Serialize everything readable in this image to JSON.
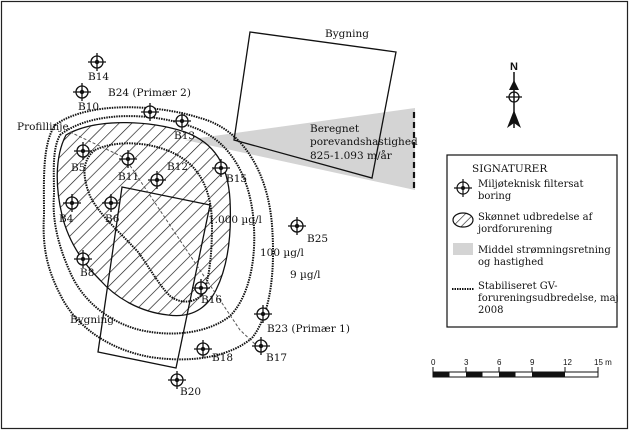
{
  "map": {
    "building_top_label": "Bygning",
    "building_bottom_label": "Bygning",
    "profile_label": "Profillinje",
    "flow_label_lines": [
      "Beregnet",
      "porevandshastighed",
      "825-1.093 m/år"
    ],
    "contours": [
      {
        "label": "1.000 µg/l"
      },
      {
        "label": "100 µg/l"
      },
      {
        "label": "9 µg/l"
      }
    ],
    "boreholes": [
      {
        "id": "B14",
        "label": "B14"
      },
      {
        "id": "B10",
        "label": "B10"
      },
      {
        "id": "B24",
        "label": "B24 (Primær 2)"
      },
      {
        "id": "B13",
        "label": "B13"
      },
      {
        "id": "B5",
        "label": "B5"
      },
      {
        "id": "B11",
        "label": "B11"
      },
      {
        "id": "B12",
        "label": "B12"
      },
      {
        "id": "B15",
        "label": "B15"
      },
      {
        "id": "B4",
        "label": "B4"
      },
      {
        "id": "B6",
        "label": "B6"
      },
      {
        "id": "B25",
        "label": "B25"
      },
      {
        "id": "B8",
        "label": "B8"
      },
      {
        "id": "B16",
        "label": "B16"
      },
      {
        "id": "B23",
        "label": "B23 (Primær 1)"
      },
      {
        "id": "B18",
        "label": "B18"
      },
      {
        "id": "B17",
        "label": "B17"
      },
      {
        "id": "B20",
        "label": "B20"
      }
    ]
  },
  "north": {
    "label": "N"
  },
  "legend": {
    "title": "SIGNATURER",
    "items": [
      {
        "lines": [
          "Miljøteknisk filtersat",
          "boring"
        ]
      },
      {
        "lines": [
          "Skønnet udbredelse af",
          "jordforurening"
        ]
      },
      {
        "lines": [
          "Middel strømningsretning",
          "og hastighed"
        ]
      },
      {
        "lines": [
          "Stabiliseret GV-",
          "forureningsudbredelse, maj",
          "2008"
        ]
      }
    ]
  },
  "scale_bar": {
    "ticks": [
      "0",
      "3",
      "6",
      "9",
      "12",
      "15 m"
    ]
  }
}
